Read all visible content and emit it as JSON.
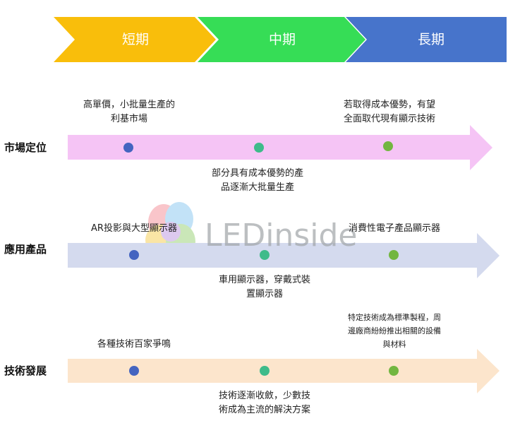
{
  "phases": [
    {
      "label": "短期",
      "color": "#F9BE0B"
    },
    {
      "label": "中期",
      "color": "#36DD56"
    },
    {
      "label": "長期",
      "color": "#4774CB"
    }
  ],
  "rows": [
    {
      "title": "市場定位",
      "arrow_color": "#F5C4F5",
      "dot_colors": [
        "#4464C0",
        "#3EBB8A",
        "#72B640"
      ],
      "notes": {
        "short_above": [
          "高單價，小批量生產的",
          "利基市場"
        ],
        "long_above": [
          "若取得成本優勢，有望",
          "全面取代現有顯示技術"
        ],
        "mid_below": [
          "部分具有成本優勢的產",
          "品逐漸大批量生產"
        ]
      }
    },
    {
      "title": "應用產品",
      "arrow_color": "#D4DAEE",
      "dot_colors": [
        "#4464C0",
        "#3EBB8A",
        "#72B640"
      ],
      "notes": {
        "short_above": [
          "AR投影與大型顯示器"
        ],
        "long_above": [
          "消費性電子產品顯示器"
        ],
        "mid_below": [
          "車用顯示器，穿戴式裝",
          "置顯示器"
        ]
      }
    },
    {
      "title": "技術發展",
      "arrow_color": "#FCE5CC",
      "dot_colors": [
        "#4464C0",
        "#3EBB8A",
        "#72B640"
      ],
      "notes": {
        "short_above": [
          "各種技術百家爭鳴"
        ],
        "long_above": [
          "特定技術成為標準製程，周",
          "邊廠商紛紛推出相關的設備",
          "與材料"
        ],
        "mid_below": [
          "技術逐漸收斂，少數技",
          "術成為主流的解決方案"
        ]
      }
    }
  ],
  "watermark": {
    "text": "LEDinside",
    "petal_colors": [
      "#F6A0A8",
      "#9BD0F2",
      "#F7D56A",
      "#A8D88A",
      "#C7A6E6"
    ]
  }
}
